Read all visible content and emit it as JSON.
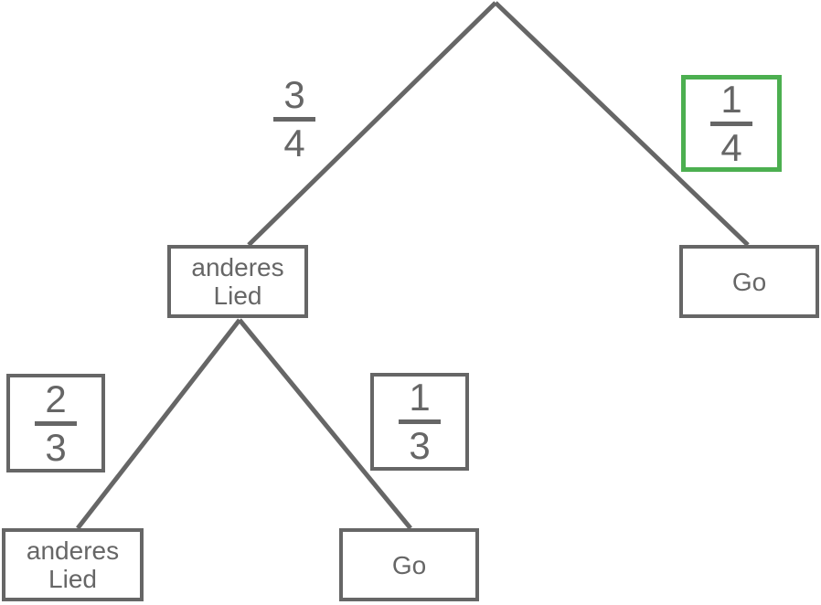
{
  "diagram": {
    "kind": "probability-tree",
    "colors": {
      "line": "#666666",
      "text": "#666666",
      "highlight_border": "#4CAF50",
      "background": "#FFFFFF"
    },
    "level1": {
      "left_probability": {
        "num": "3",
        "den": "4"
      },
      "right_probability": {
        "num": "1",
        "den": "4"
      },
      "left_node": {
        "line1": "anderes",
        "line2": "Lied"
      },
      "right_node": {
        "line1": "Go"
      }
    },
    "level2": {
      "left_probability": {
        "num": "2",
        "den": "3"
      },
      "right_probability": {
        "num": "1",
        "den": "3"
      },
      "left_node": {
        "line1": "anderes",
        "line2": "Lied"
      },
      "right_node": {
        "line1": "Go"
      }
    }
  }
}
